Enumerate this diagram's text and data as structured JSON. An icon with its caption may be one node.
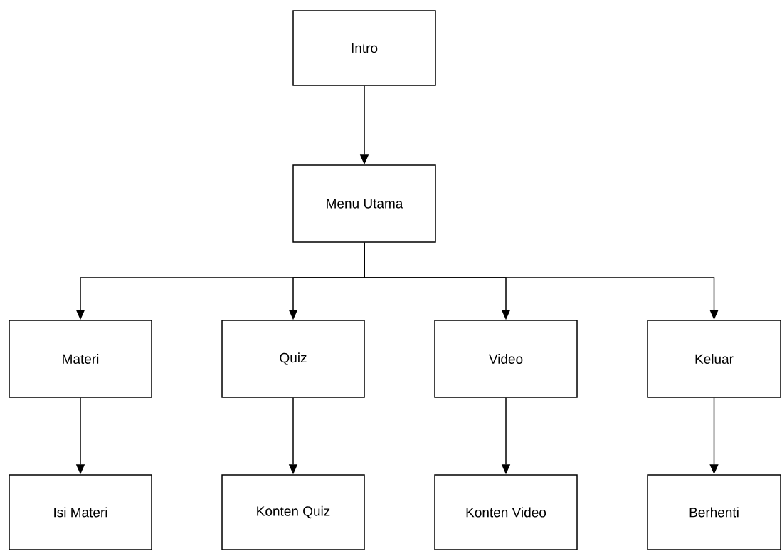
{
  "diagram": {
    "nodes": [
      {
        "text": [
          "Intro"
        ]
      },
      {
        "text": [
          "Menu Utama"
        ]
      },
      {
        "text": [
          "Materi"
        ]
      },
      {
        "text": [
          "Quiz"
        ]
      },
      {
        "text": [
          "Video"
        ]
      },
      {
        "text": [
          "Keluar"
        ]
      },
      {
        "text": [
          "Isi Materi"
        ]
      },
      {
        "text": [
          "Konten Quiz"
        ]
      },
      {
        "text": [
          "Konten Video"
        ]
      },
      {
        "text": [
          "Berhenti"
        ]
      }
    ],
    "edges": [
      {
        "from": 0,
        "to": 1,
        "arrow": "to"
      },
      {
        "from": 1,
        "to": 2,
        "arrow": "to"
      },
      {
        "from": 1,
        "to": 3,
        "arrow": "to"
      },
      {
        "from": 1,
        "to": 4,
        "arrow": "to"
      },
      {
        "from": 1,
        "to": 5,
        "arrow": "to"
      },
      {
        "from": 2,
        "to": 6,
        "arrow": "to"
      },
      {
        "from": 3,
        "to": 7,
        "arrow": "to"
      },
      {
        "from": 4,
        "to": 8,
        "arrow": "to"
      },
      {
        "from": 5,
        "to": 9,
        "arrow": "to"
      }
    ]
  }
}
